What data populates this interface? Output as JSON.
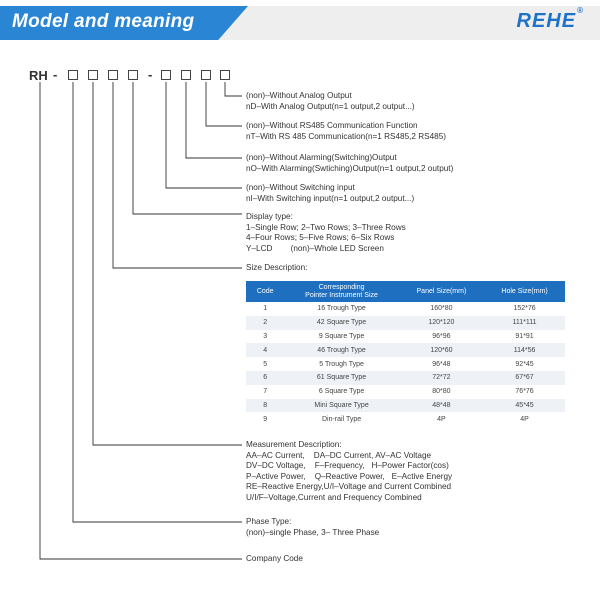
{
  "header": {
    "title": "Model and meaning",
    "logo_text": "REHE",
    "logo_mark": "®"
  },
  "model": {
    "prefix": "RH",
    "dash1": "-",
    "dash2": "-"
  },
  "descriptions": {
    "analog_output": "(non)–Without Analog Output\nnD–With Analog Output(n=1 output,2 output...)",
    "rs485": "(non)–Without RS485 Communication Function\nnT–With RS 485 Communication(n=1 RS485,2 RS485)",
    "alarming": "(non)–Without Alarming(Switching)Output\nnO–With Alarming(Swtiching)Output(n=1 output,2 output)",
    "switching_input": "(non)–Without Switching input\nnI–With Switching input(n=1 output,2 output...)",
    "display_type": "Display type:\n1–Single Row; 2–Two Rows; 3–Three Rows\n4–Four Rows; 5–Five Rows; 6–Six Rows\nY–LCD        (non)–Whole LED Screen",
    "size": "Size Description:",
    "measurement": "Measurement Description:\nAA–AC Current,    DA–DC Current, AV–AC Voltage\nDV–DC Voltage,    F–Frequency,   H–Power Factor(cos)\nP–Active Power,    Q–Reactive Power,   E–Active Energy\nRE–Reactive Energy,U/I–Voltage and Current Combined\nU/I/F–Voltage,Current and Frequency Combined",
    "phase": "Phase Type:\n(non)–single Phase, 3– Three Phase",
    "company": "Company Code"
  },
  "size_table": {
    "headers": {
      "code": "Code",
      "pointer_l1": "Corresponding",
      "pointer_l2": "Pointer Instrument Size",
      "panel": "Panel Size(mm)",
      "hole": "Hole Size(mm)"
    },
    "rows": [
      {
        "code": "1",
        "pointer": "16 Trough Type",
        "panel": "160*80",
        "hole": "152*76"
      },
      {
        "code": "2",
        "pointer": "42 Square Type",
        "panel": "120*120",
        "hole": "111*111"
      },
      {
        "code": "3",
        "pointer": "9 Square Type",
        "panel": "96*96",
        "hole": "91*91"
      },
      {
        "code": "4",
        "pointer": "46 Trough Type",
        "panel": "120*60",
        "hole": "114*56"
      },
      {
        "code": "5",
        "pointer": "5 Trough Type",
        "panel": "96*48",
        "hole": "92*45"
      },
      {
        "code": "6",
        "pointer": "61 Square Type",
        "panel": "72*72",
        "hole": "67*67"
      },
      {
        "code": "7",
        "pointer": "6 Square Type",
        "panel": "80*80",
        "hole": "76*76"
      },
      {
        "code": "8",
        "pointer": "Mini Square Type",
        "panel": "48*48",
        "hole": "45*45"
      },
      {
        "code": "9",
        "pointer": "Din-rail Type",
        "panel": "4P",
        "hole": "4P"
      }
    ]
  },
  "colors": {
    "accent": "#2a86d4",
    "table_header": "#1e6fbf",
    "logo": "#1e73c8"
  }
}
